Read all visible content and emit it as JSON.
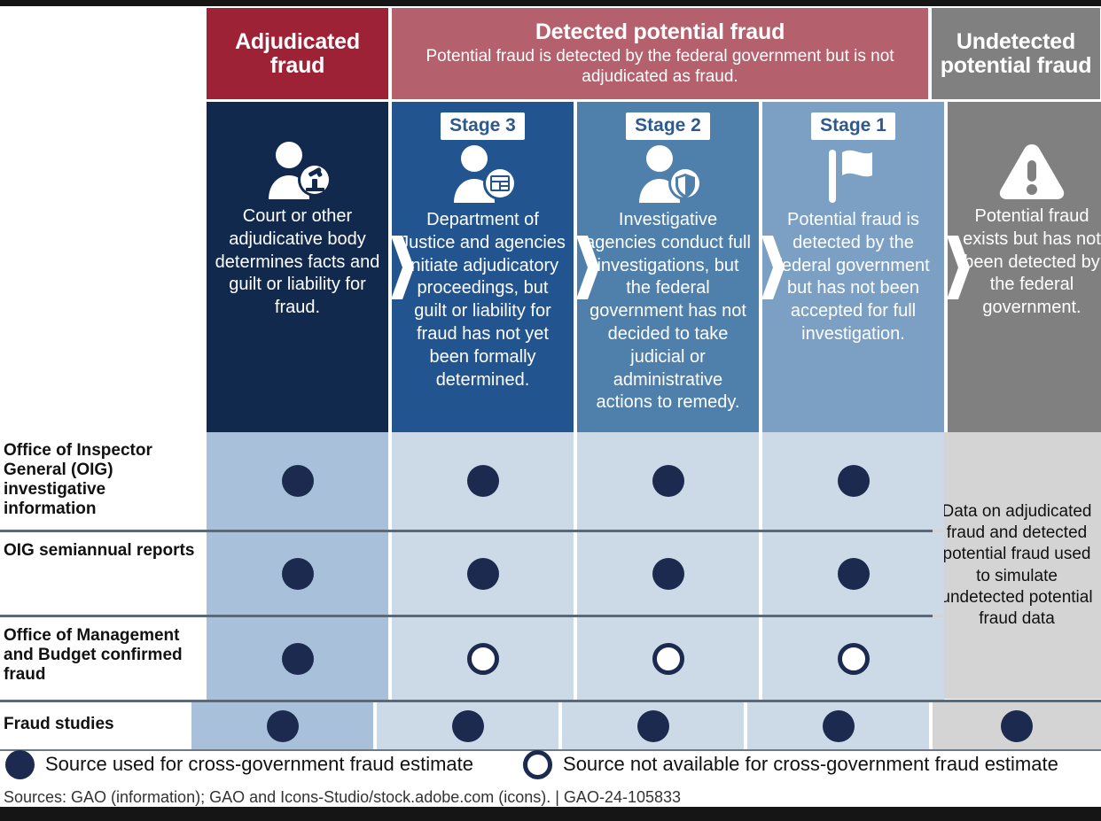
{
  "categories": [
    {
      "key": "adjudicated",
      "title": "Adjudicated fraud",
      "subtitle": ""
    },
    {
      "key": "detected",
      "title": "Detected potential fraud",
      "subtitle": "Potential fraud is detected by the federal government but is not adjudicated as fraud."
    },
    {
      "key": "undetected",
      "title": "Undetected potential fraud",
      "subtitle": ""
    }
  ],
  "stages": [
    {
      "key": "adjudicated",
      "chip": "",
      "icon": "person-gavel-icon",
      "description": "Court or other adjudicative body determines facts and guilt or liability for fraud."
    },
    {
      "key": "stage3",
      "chip": "Stage 3",
      "icon": "person-document-icon",
      "description": "Department of Justice and agencies initiate adjudicatory proceedings, but guilt or liability for fraud has not yet been formally determined."
    },
    {
      "key": "stage2",
      "chip": "Stage 2",
      "icon": "person-shield-icon",
      "description": "Investigative agencies conduct full investigations, but the federal government has not decided to take judicial or administrative actions to remedy."
    },
    {
      "key": "stage1",
      "chip": "Stage 1",
      "icon": "flag-icon",
      "description": "Potential fraud is detected by the federal government but has not been accepted for full investigation."
    },
    {
      "key": "undetected",
      "chip": "",
      "icon": "warning-triangle-icon",
      "description": "Potential fraud exists but has not been detected by the federal government."
    }
  ],
  "rows": [
    {
      "label": "Office of Inspector General (OIG) investigative information",
      "marks": [
        "filled",
        "filled",
        "filled",
        "filled",
        null
      ]
    },
    {
      "label": "OIG semiannual reports",
      "marks": [
        "filled",
        "filled",
        "filled",
        "filled",
        null
      ]
    },
    {
      "label": "Office of Management and Budget confirmed fraud",
      "marks": [
        "filled",
        "open",
        "open",
        "open",
        null
      ]
    },
    {
      "label": "Fraud studies",
      "marks": [
        "filled",
        "filled",
        "filled",
        "filled",
        "filled"
      ]
    }
  ],
  "undetected_note": "Data on adjudicated fraud and detected potential fraud used to simulate undetected potential fraud data",
  "legend": [
    {
      "marker": "filled",
      "text": "Source used for cross-government fraud estimate"
    },
    {
      "marker": "open",
      "text": "Source not available for cross-government fraud estimate"
    }
  ],
  "sources": "Sources: GAO (information); GAO and Icons-Studio/stock.adobe.com (icons).  |  GAO-24-105833",
  "colors": {
    "maroon": "#9d2235",
    "rose": "#b4606d",
    "gray": "#808080",
    "navy": "#11294d",
    "blue3": "#22548f",
    "blue2": "#4f7fab",
    "blue1": "#7ba0c4",
    "cell_adj": "#a8c0d9",
    "cell_stage": "#ccdae8",
    "cell_und": "#d4d4d4",
    "dot": "#1b2a4e"
  }
}
